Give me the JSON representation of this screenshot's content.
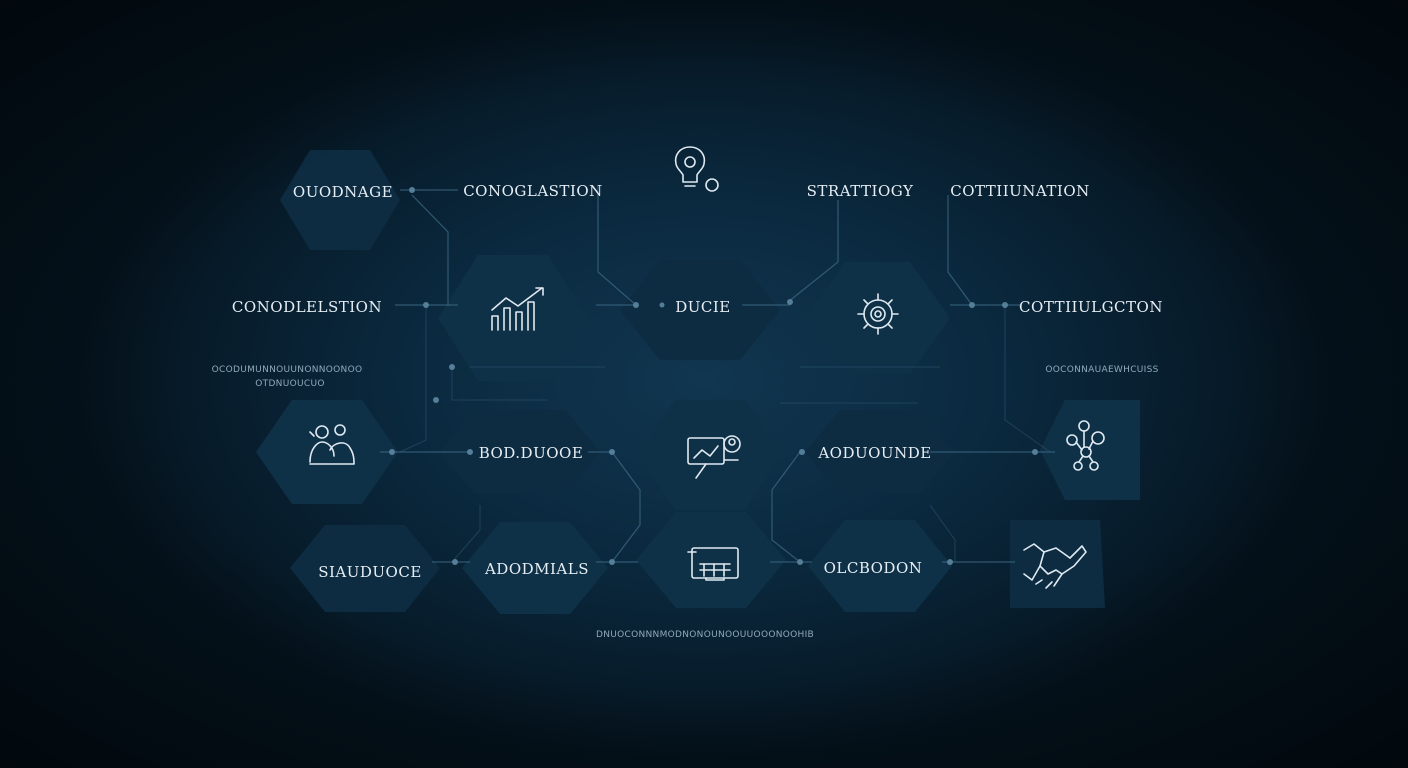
{
  "nodes": {
    "top_left_label": "OUODNAGE",
    "top_second_label": "CONOGLASTION",
    "top_strategy_label": "STRATTIOGY",
    "top_right_label": "COTTIIUNATION",
    "mid_left_label": "CONODLELSTION",
    "center_label": "DUCIE",
    "mid_right_label": "COTTIIULGCTON",
    "row3_left_label": "BOD.DUOOE",
    "row3_right_label": "AODUOUNDE",
    "bottom_left_label": "SIAUDUOCE",
    "bottom_second_label": "ADODMIALS",
    "bottom_right_label": "OLCBODON"
  },
  "captions": {
    "left_caption_line1": "OCODUMUNNOUUNONNOONOO",
    "left_caption_line2": "OTDNUOUCUO",
    "right_caption": "OOCONNAUAEWHCUISS",
    "bottom_caption": "DNUOCONNNMODNONOUNOOUUOOONOOHIB"
  },
  "icons": [
    "lightbulb-icon",
    "bar-chart-icon",
    "gear-icon",
    "people-icon",
    "presentation-icon",
    "network-icon",
    "monitor-icon",
    "handshake-icon"
  ],
  "colors": {
    "background": "#0b2a40",
    "hexagon": "#0f3148",
    "connector": "#3d6a86",
    "label": "#e6eef4"
  }
}
